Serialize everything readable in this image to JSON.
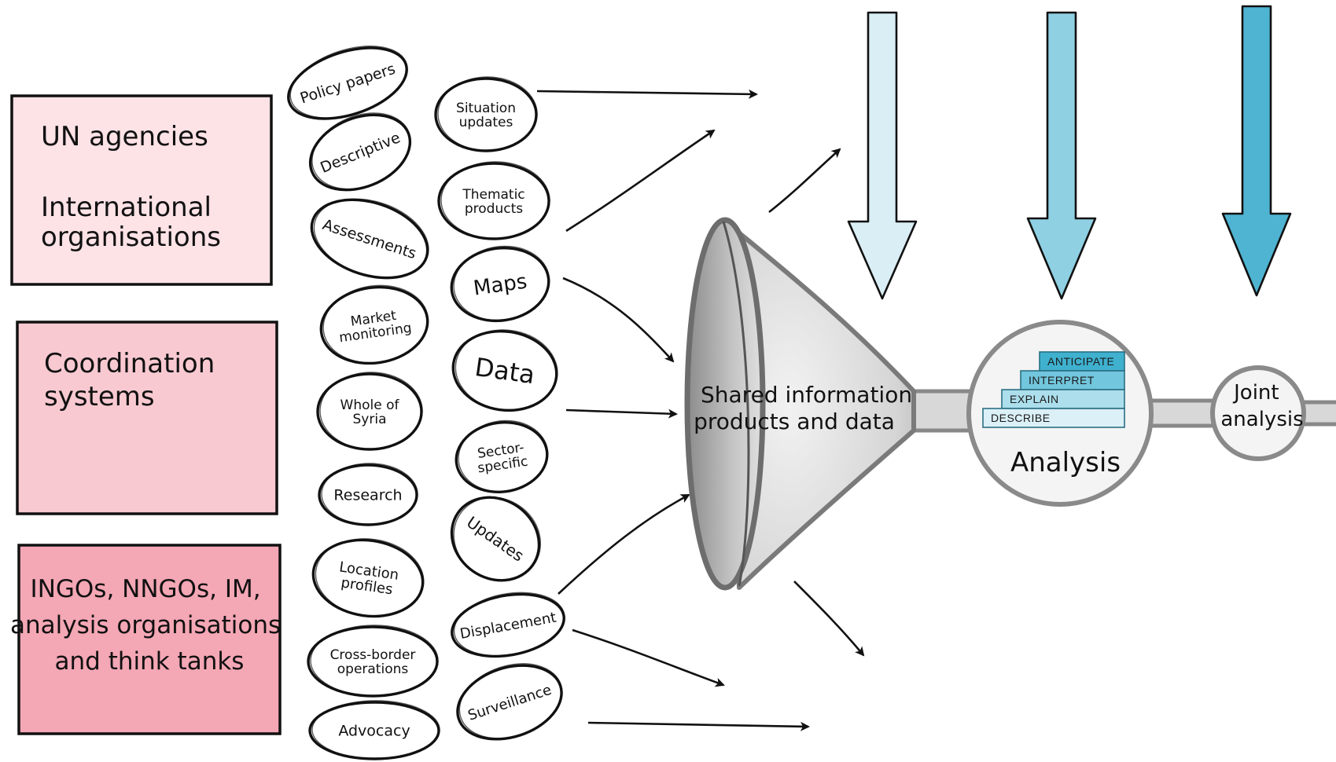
{
  "sources": {
    "un": {
      "lines": [
        "UN agencies",
        "",
        "International",
        "organisations"
      ],
      "color": "#fde2e6"
    },
    "coordination": {
      "lines": [
        "Coordination",
        "systems"
      ],
      "color": "#f8c9d1"
    },
    "ngos": {
      "lines": [
        "INGOs, NNGOs, IM,",
        "analysis organisations",
        "and think tanks"
      ],
      "color": "#f4a7b5"
    }
  },
  "products_left": [
    {
      "lines": [
        "Policy papers"
      ]
    },
    {
      "lines": [
        "Descriptive"
      ]
    },
    {
      "lines": [
        "Assessments"
      ]
    },
    {
      "lines": [
        "Market",
        "monitoring"
      ]
    },
    {
      "lines": [
        "Whole of",
        "Syria"
      ]
    },
    {
      "lines": [
        "Research"
      ]
    },
    {
      "lines": [
        "Location",
        "profiles"
      ]
    },
    {
      "lines": [
        "Cross-border",
        "operations"
      ]
    },
    {
      "lines": [
        "Advocacy"
      ]
    }
  ],
  "products_right": [
    {
      "lines": [
        "Situation",
        "updates"
      ]
    },
    {
      "lines": [
        "Thematic",
        "products"
      ]
    },
    {
      "lines": [
        "Maps"
      ]
    },
    {
      "lines": [
        "Data"
      ]
    },
    {
      "lines": [
        "Sector-",
        "specific"
      ]
    },
    {
      "lines": [
        "Updates"
      ]
    },
    {
      "lines": [
        "Displacement"
      ]
    },
    {
      "lines": [
        "Surveillance"
      ]
    }
  ],
  "funnel": {
    "lines": [
      "Shared information",
      "products and data"
    ]
  },
  "analysis": {
    "label": "Analysis",
    "ladder": [
      {
        "label": "ANTICIPATE",
        "color": "#3fb1cf"
      },
      {
        "label": "INTERPRET",
        "color": "#72c6dd"
      },
      {
        "label": "EXPLAIN",
        "color": "#acdeec"
      },
      {
        "label": "DESCRIBE",
        "color": "#dbf0f7"
      }
    ]
  },
  "joint": {
    "lines": [
      "Joint",
      "analysis"
    ]
  },
  "big_arrows": [
    {
      "color": "#daeef6"
    },
    {
      "color": "#8fd0e3"
    },
    {
      "color": "#4fb4d2"
    }
  ]
}
